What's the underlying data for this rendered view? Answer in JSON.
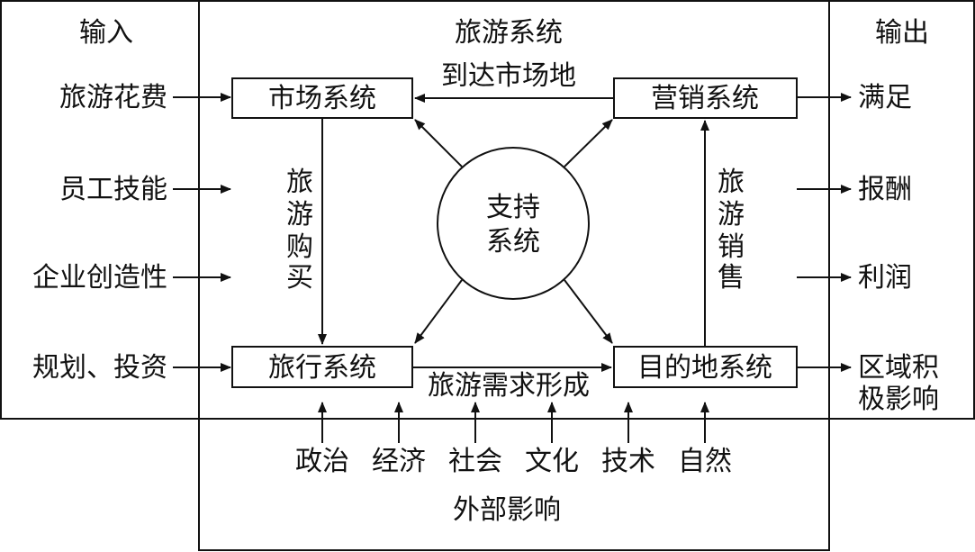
{
  "panels": {
    "input_title": "输入",
    "system_title": "旅游系统",
    "output_title": "输出",
    "external_title": "外部影响"
  },
  "inputs": [
    "旅游花费",
    "员工技能",
    "企业创造性",
    "规划、投资"
  ],
  "outputs": [
    "满足",
    "报酬",
    "利润"
  ],
  "output_regional": [
    "区域积",
    "极影响"
  ],
  "systems": {
    "market": "市场系统",
    "marketing": "营销系统",
    "travel": "旅行系统",
    "destination": "目的地系统",
    "support": [
      "支持",
      "系统"
    ]
  },
  "flows": {
    "reach_market": "到达市场地",
    "demand_formation": "旅游需求形成",
    "purchase": [
      "旅",
      "游",
      "购",
      "买"
    ],
    "sales": [
      "旅",
      "游",
      "销",
      "售"
    ]
  },
  "external_factors": [
    "政治",
    "经济",
    "社会",
    "文化",
    "技术",
    "自然"
  ]
}
